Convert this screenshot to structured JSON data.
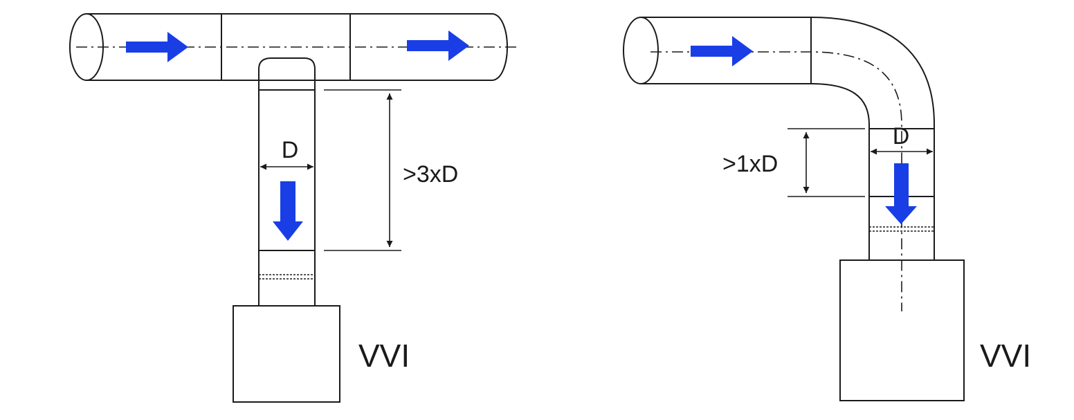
{
  "colors": {
    "flow_arrow": "#1a3ee6",
    "line": "#1a1a1a",
    "background": "#ffffff"
  },
  "left": {
    "diameter_label": "D",
    "distance_label": ">3xD",
    "unit_label": "VVI"
  },
  "right": {
    "diameter_label": "D",
    "distance_label": ">1xD",
    "unit_label": "VVI"
  }
}
